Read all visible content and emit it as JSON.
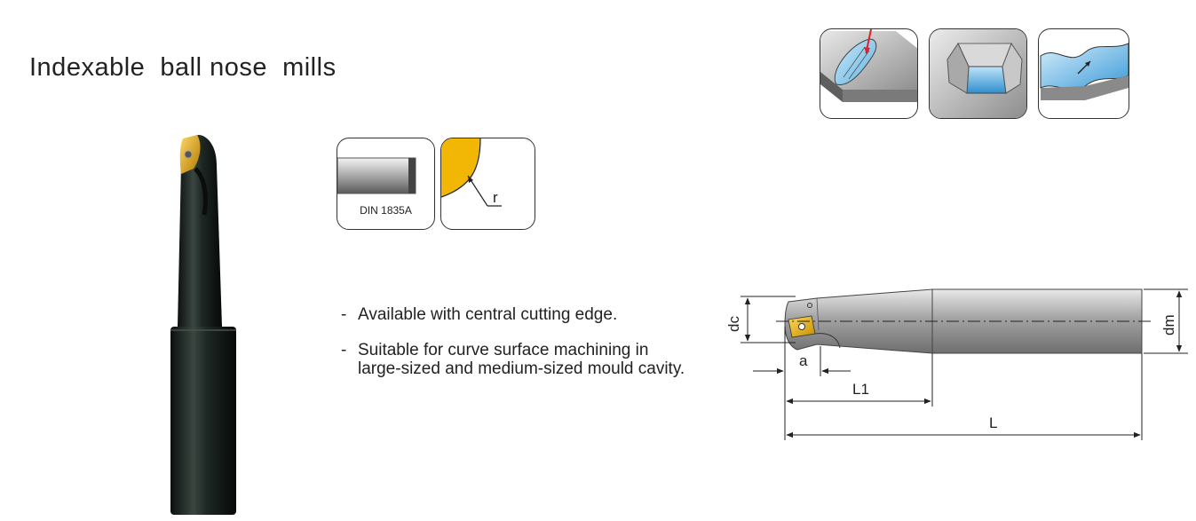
{
  "title": "Indexable  ball nose  mills",
  "shank_standard_label": "DIN 1835A",
  "corner_label": "r",
  "features": [
    "Available with central cutting edge.",
    "Suitable for curve surface machining in",
    "large-sized and medium-sized mould cavity."
  ],
  "dimensions": {
    "dc": "dc",
    "dm": "dm",
    "a": "a",
    "L1": "L1",
    "L": "L"
  },
  "application_icons": [
    "ramping-slot-icon",
    "pocket-milling-icon",
    "contour-surface-icon"
  ],
  "colors": {
    "tool_body": "#1c241f",
    "insert_gold": "#f2b705",
    "surface_blue": "#4aa8e0"
  }
}
